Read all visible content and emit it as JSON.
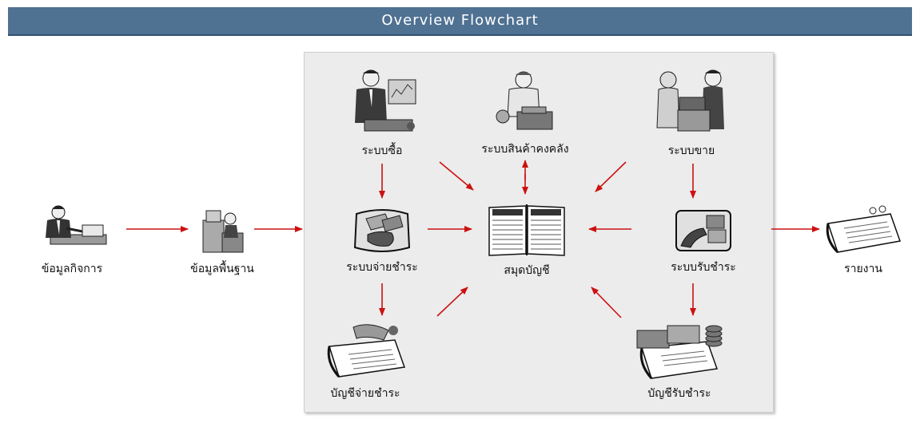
{
  "header": {
    "title": "Overview Flowchart"
  },
  "colors": {
    "header_bg": "#4f7192",
    "arrow": "#cc1111",
    "panel_bg": "#ececec"
  },
  "nodes": {
    "business_info": {
      "label": "ข้อมูลกิจการ",
      "icon": "person-at-desk-icon"
    },
    "master_data": {
      "label": "ข้อมูลพื้นฐาน",
      "icon": "person-with-file-boxes-icon"
    },
    "purchase": {
      "label": "ระบบซื้อ",
      "icon": "businessman-presenting-icon"
    },
    "inventory": {
      "label": "ระบบสินค้าคงคลัง",
      "icon": "clerk-with-register-icon"
    },
    "sales": {
      "label": "ระบบขาย",
      "icon": "customer-at-counter-icon"
    },
    "payment": {
      "label": "ระบบจ่ายชำระ",
      "icon": "hand-paying-cash-icon"
    },
    "ledger": {
      "label": "สมุดบัญชี",
      "icon": "open-ledger-book-icon"
    },
    "receipt": {
      "label": "ระบบรับชำระ",
      "icon": "hand-receiving-money-icon"
    },
    "payment_account": {
      "label": "บัญชีจ่ายชำระ",
      "icon": "ledger-with-cash-icon"
    },
    "receipt_account": {
      "label": "บัญชีรับชำระ",
      "icon": "ledger-with-money-stack-icon"
    },
    "report": {
      "label": "รายงาน",
      "icon": "desk-calendar-report-icon"
    }
  }
}
